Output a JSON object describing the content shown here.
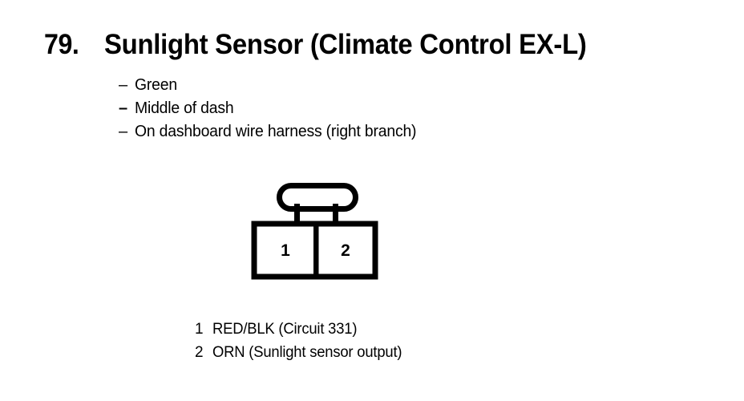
{
  "page": {
    "background_color": "#ffffff",
    "ink_color": "#000000"
  },
  "header": {
    "number": "79.",
    "title": "Sunlight Sensor (Climate Control EX-L)"
  },
  "specs": [
    {
      "dash": "–",
      "label": "Green",
      "emphasis": false
    },
    {
      "dash": "–",
      "label": "Middle of dash",
      "emphasis": true
    },
    {
      "dash": "–",
      "label": "On dashboard wire harness (right branch)",
      "emphasis": false
    }
  ],
  "connector": {
    "type": "2-cavity-connector",
    "cavity_count": 2,
    "latch": "stadium-tab-top",
    "cavities": [
      {
        "number": "1"
      },
      {
        "number": "2"
      }
    ]
  },
  "legend": [
    {
      "number": "1",
      "text": "RED/BLK (Circuit 331)"
    },
    {
      "number": "2",
      "text": "ORN (Sunlight sensor output)"
    }
  ]
}
